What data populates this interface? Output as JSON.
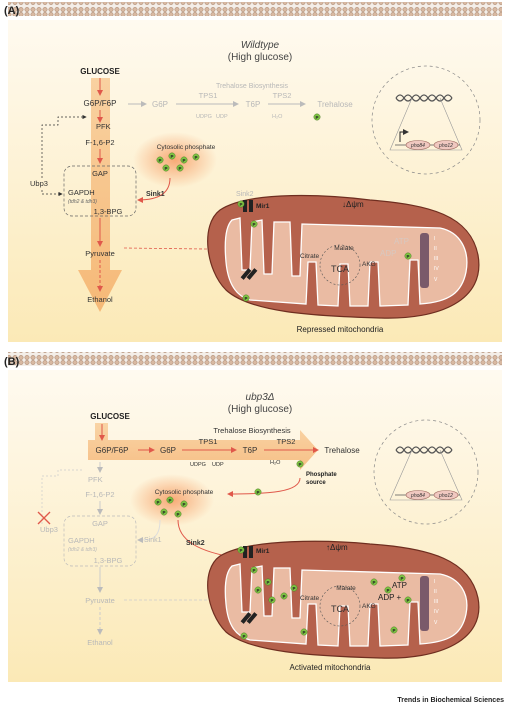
{
  "panel_a": {
    "label": "(A)",
    "title": "Wildtype",
    "subtitle": "(High glucose)",
    "glucose": "GLUCOSE",
    "g6p_f6p": "G6P/F6P",
    "g6p": "G6P",
    "tps1": "TPS1",
    "udpg": "UDPG",
    "udp": "UDP",
    "t6p": "T6P",
    "tps2": "TPS2",
    "h2o": "H₂O",
    "trehalose": "Trehalose",
    "trehalose_biosynthesis": "Trehalose Biosynthesis",
    "pfk": "PFK",
    "f16p2": "F-1,6-P2",
    "ubp3": "Ubp3",
    "gap": "GAP",
    "gapdh": "GAPDH",
    "tdh": "(tdh2 & tdh3)",
    "bpg": "1,3-BPG",
    "pyruvate": "Pyruvate",
    "ethanol": "Ethanol",
    "cytosolic_phosphate": "Cytosolic phosphate",
    "sink1": "Sink1",
    "sink2": "Sink2",
    "mir1": "Mir1",
    "dpsi": "↓Δψm",
    "malate": "Malate",
    "citrate": "Citrate",
    "akg": "AKG",
    "tca": "TCA",
    "atp": "ATP",
    "adp": "ADP",
    "complexes": [
      "I",
      "II",
      "III",
      "IV",
      "V"
    ],
    "mito_caption": "Repressed mitochondria",
    "pho84": "pho84",
    "pho12": "pho12",
    "p": "P"
  },
  "panel_b": {
    "label": "(B)",
    "title": "ubp3Δ",
    "subtitle": "(High glucose)",
    "glucose": "GLUCOSE",
    "g6p_f6p": "G6P/F6P",
    "g6p": "G6P",
    "tps1": "TPS1",
    "udpg": "UDPG",
    "udp": "UDP",
    "t6p": "T6P",
    "tps2": "TPS2",
    "h2o": "H₂O",
    "trehalose": "Trehalose",
    "trehalose_biosynthesis": "Trehalose Biosynthesis",
    "phosphate_source_1": "Phosphate",
    "phosphate_source_2": "source",
    "pfk": "PFK",
    "f16p2": "F-1,6-P2",
    "ubp3": "Ubp3",
    "gap": "GAP",
    "gapdh": "GAPDH",
    "tdh": "(tdh2 & tdh3)",
    "bpg": "1,3-BPG",
    "pyruvate": "Pyruvate",
    "ethanol": "Ethanol",
    "cytosolic_phosphate": "Cytosolic phosphate",
    "sink1": "Sink1",
    "sink2": "Sink2",
    "mir1": "Mir1",
    "dpsi": "↑Δψm",
    "malate": "Malate",
    "citrate": "Citrate",
    "akg": "AKG",
    "tca": "TCA",
    "atp": "ATP",
    "adp": "ADP +",
    "complexes": [
      "I",
      "II",
      "III",
      "IV",
      "V"
    ],
    "mito_caption": "Activated mitochondria",
    "pho84": "pho84",
    "pho12": "pho12",
    "p": "P"
  },
  "footer": "Trends in Biochemical Sciences",
  "colors": {
    "background": "#fdf3cf",
    "arrow": "#e0584a",
    "mito_outer": "#b5614c",
    "mito_inner": "#e8b9a0",
    "phosphate": "#7ec243",
    "membrane": "#c9a98f"
  }
}
